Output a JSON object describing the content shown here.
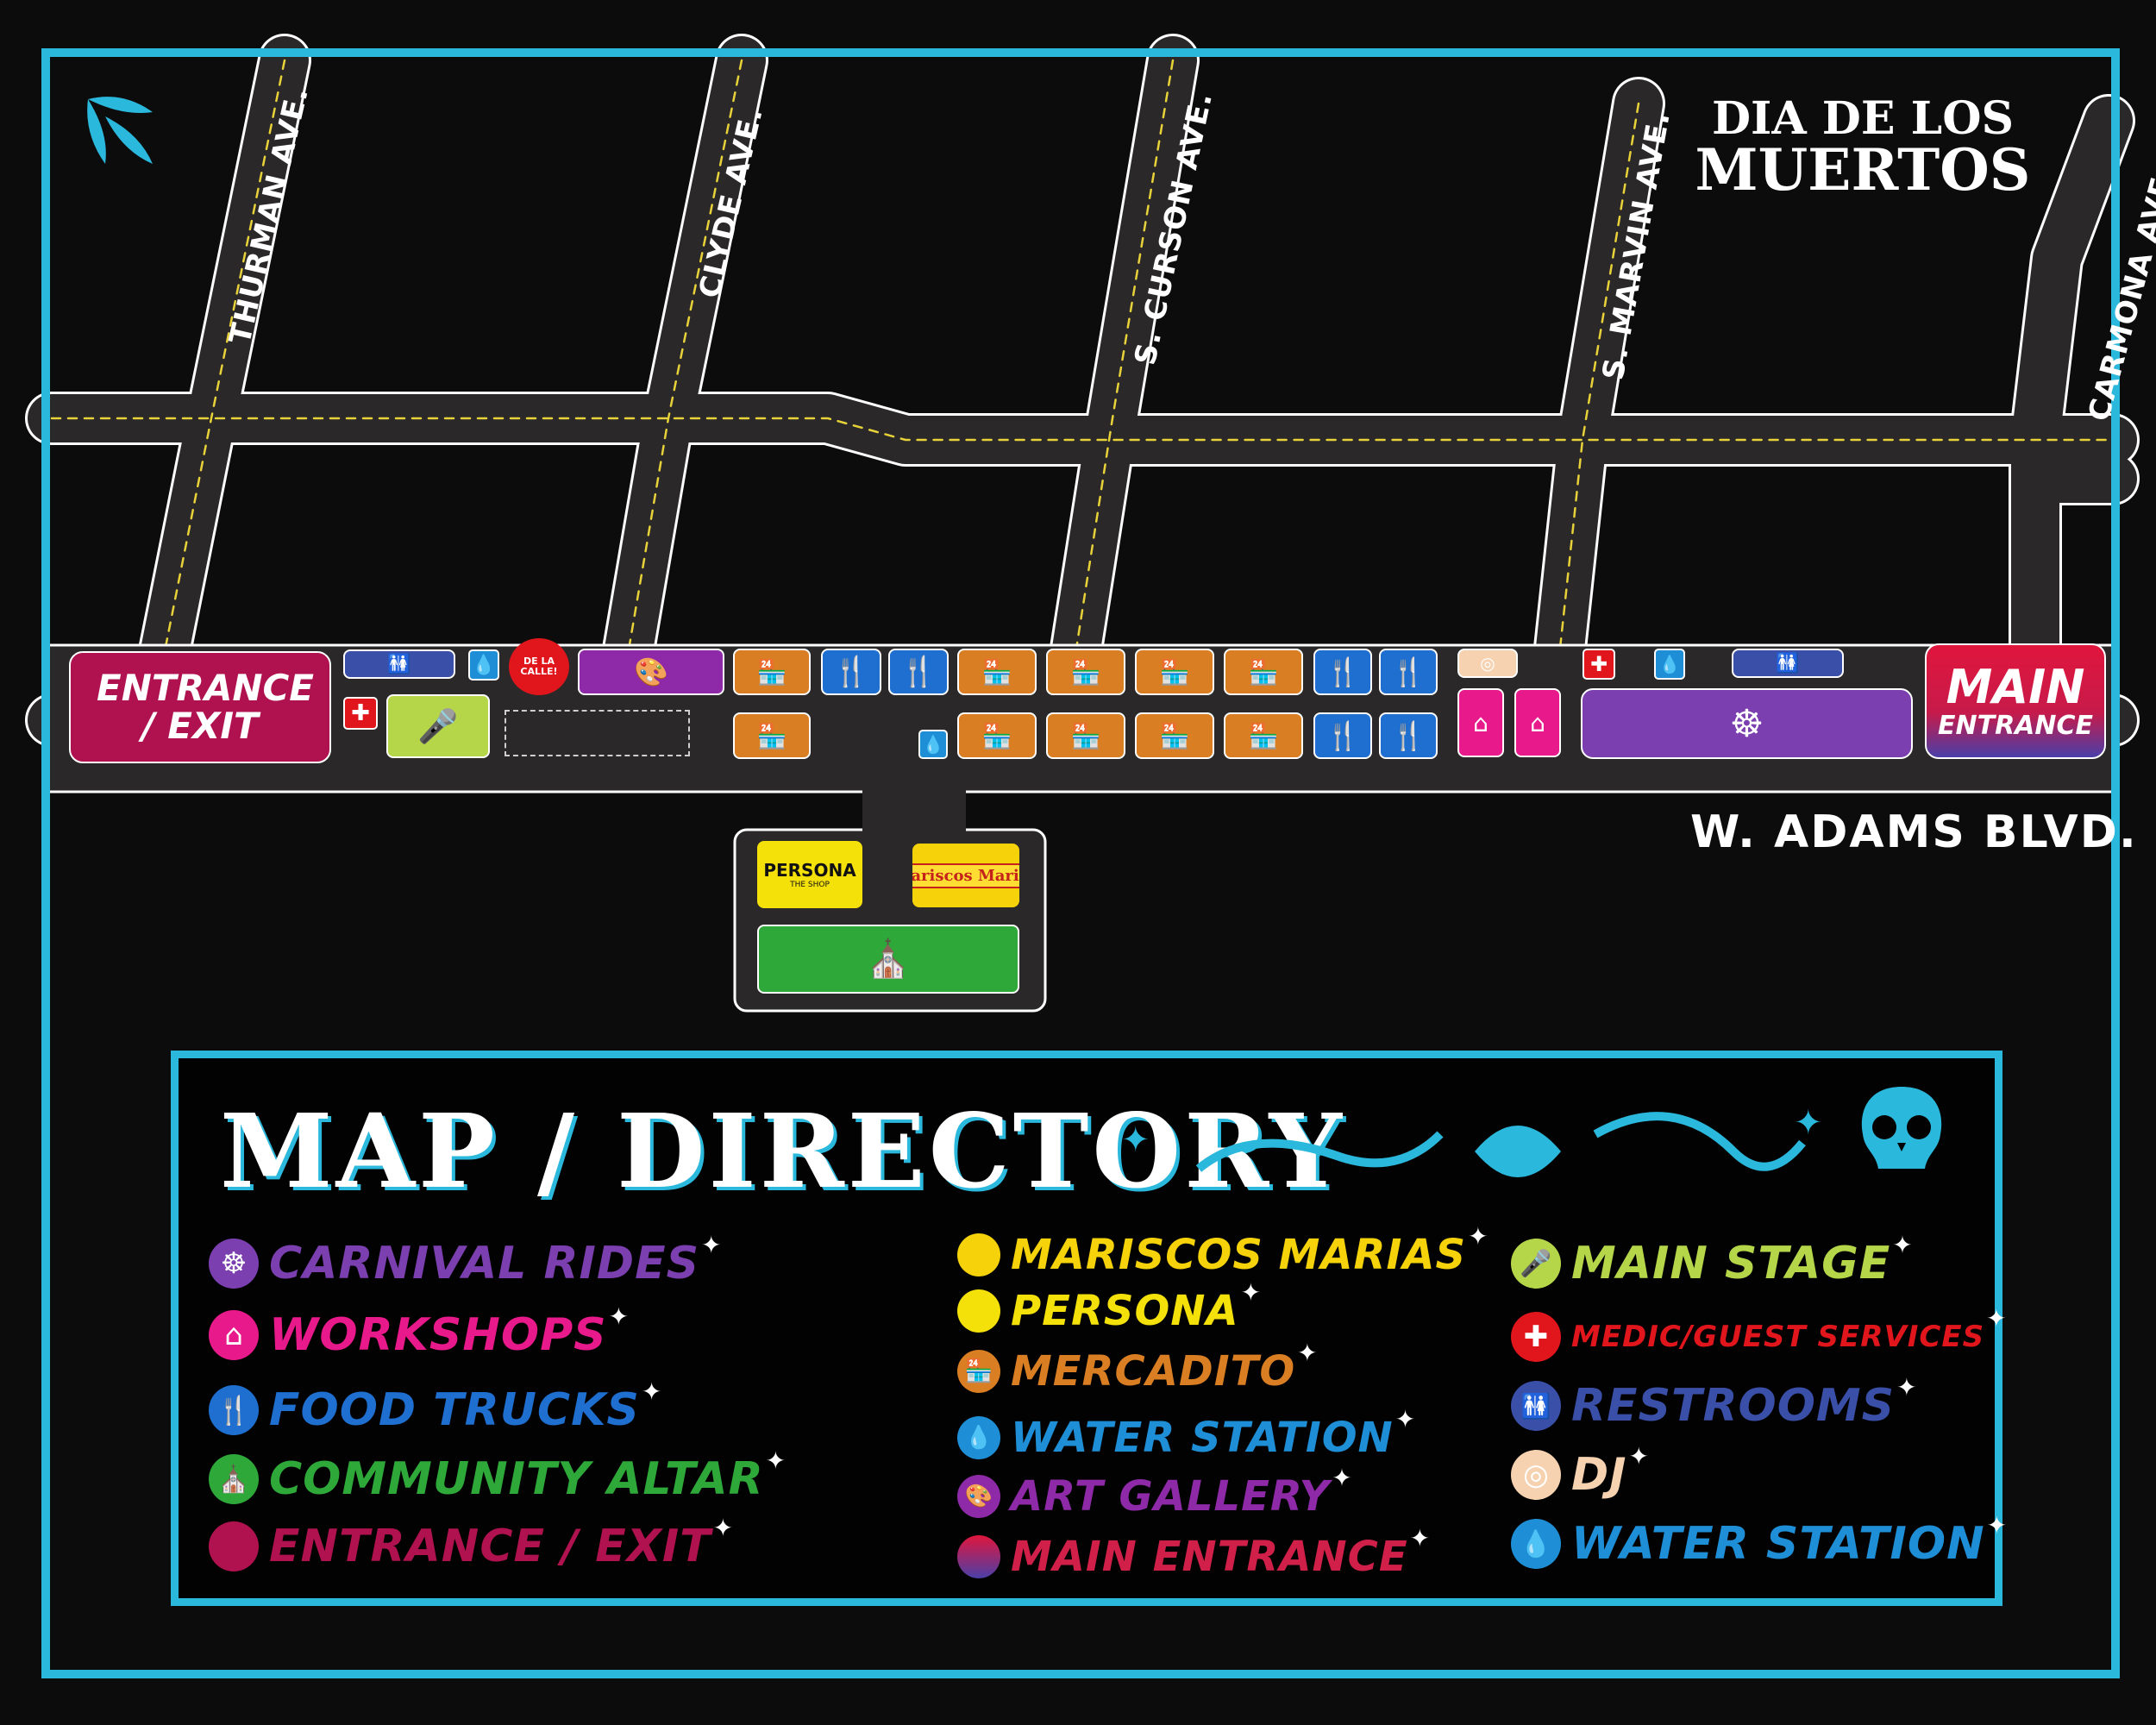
{
  "title": "DIA DE LOS MUERTOS",
  "title_lines": [
    "DIA DE LOS",
    "MUERTOS"
  ],
  "streets": {
    "thurman": "THURMAN AVE.",
    "clyde": "CLYDE AVE.",
    "curson": "S. CURSON AVE.",
    "marvin": "S. MARVIN AVE.",
    "carmona": "CARMONA AVE.",
    "adams": "W. ADAMS BLVD."
  },
  "map_labels": {
    "entrance_exit": "ENTRANCE / EXIT",
    "main_entrance_line1": "MAIN",
    "main_entrance_line2": "ENTRANCE",
    "de_la_calle": "DE LA CALLE!",
    "persona_line1": "PERSONA",
    "persona_line2": "THE SHOP",
    "mariscos": "Mariscos Marias"
  },
  "directory_title": "MAP / DIRECTORY",
  "legend": {
    "col1": [
      {
        "label": "CARNIVAL RIDES",
        "icon": "ferris-wheel-icon",
        "color": "#7b3fb0"
      },
      {
        "label": "WORKSHOPS",
        "icon": "workshop-icon",
        "color": "#e8198a"
      },
      {
        "label": "FOOD TRUCKS",
        "icon": "fork-spoon-icon",
        "color": "#1e6fd0"
      },
      {
        "label": "COMMUNITY ALTAR",
        "icon": "altar-icon",
        "color": "#2fa83a"
      },
      {
        "label": "ENTRANCE / EXIT",
        "icon": "entrance-dot",
        "color": "#b0124f"
      }
    ],
    "col2": [
      {
        "label": "MARISCOS MARIAS",
        "icon": "mariscos-logo",
        "color": "#f5d20a"
      },
      {
        "label": "PERSONA",
        "icon": "persona-logo",
        "color": "#f5e10a"
      },
      {
        "label": "MERCADITO",
        "icon": "market-stall-icon",
        "color": "#d97e22"
      },
      {
        "label": "WATER STATION",
        "icon": "water-drop-icon",
        "color": "#1e8fd6"
      },
      {
        "label": "ART GALLERY",
        "icon": "palette-icon",
        "color": "#8e2aa8"
      },
      {
        "label": "MAIN ENTRANCE",
        "icon": "main-entrance-dot",
        "color": "#d0204a"
      }
    ],
    "col3": [
      {
        "label": "MAIN STAGE",
        "icon": "microphone-icon",
        "color": "#b6d64a"
      },
      {
        "label": "MEDIC/GUEST SERVICES",
        "icon": "medic-cross-icon",
        "color": "#e0161c"
      },
      {
        "label": "RESTROOMS",
        "icon": "restroom-icon",
        "color": "#3a4fa8"
      },
      {
        "label": "DJ",
        "icon": "dj-record-icon",
        "color": "#f6d2b0"
      },
      {
        "label": "WATER STATION",
        "icon": "water-drop-icon",
        "color": "#1e8fd6"
      }
    ]
  },
  "colors": {
    "frame": "#2ab8dc",
    "road": "#262525",
    "block": "#0d0c0c",
    "entrance": "#b0124f",
    "main_entrance": "#d0204a",
    "carnival": "#7b3fb0",
    "workshop": "#e8198a",
    "food": "#1e6fd0",
    "altar": "#2fa83a",
    "mercadito": "#d97e22",
    "water": "#1e8fd6",
    "art": "#8e2aa8",
    "stage": "#b6d64a",
    "medic": "#e0161c",
    "restroom": "#3a4fa8",
    "dj": "#f6d2b0",
    "persona": "#f5e10a"
  }
}
